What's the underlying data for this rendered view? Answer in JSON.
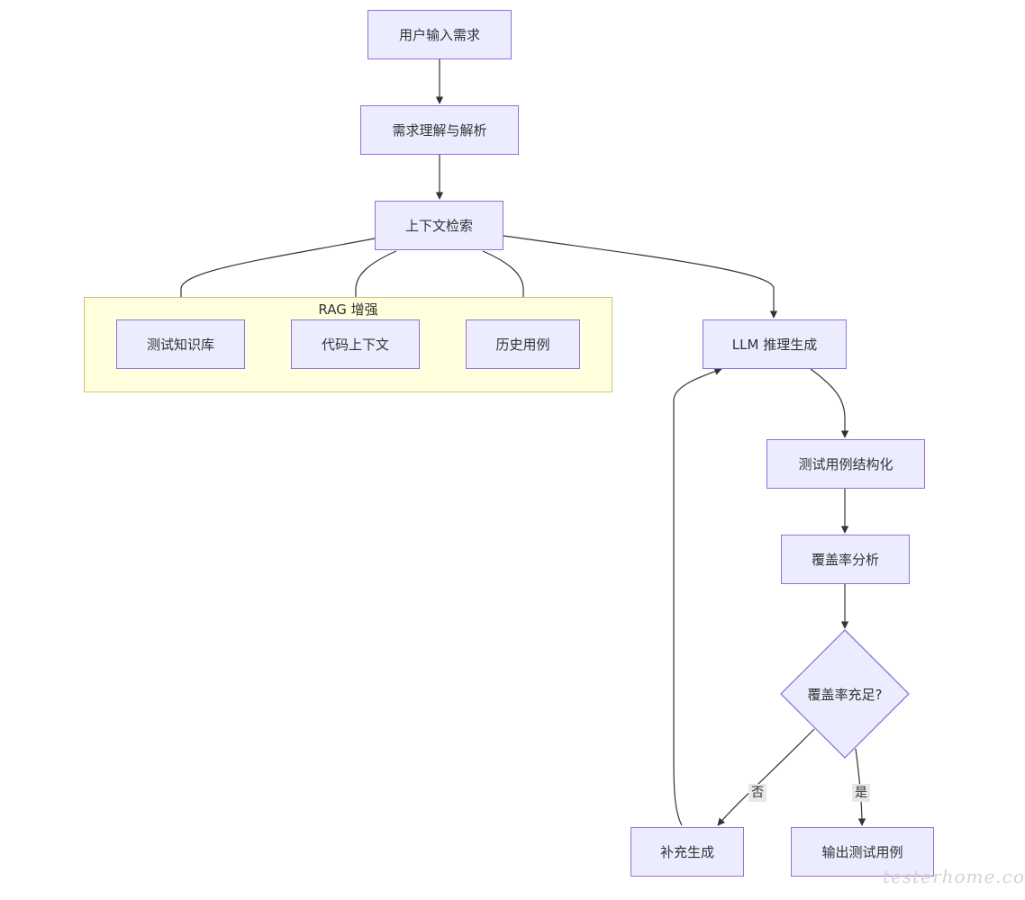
{
  "diagram": {
    "subgraph_rag": {
      "title": "RAG 增强"
    },
    "nodes": {
      "user_input": "用户输入需求",
      "req_parse": "需求理解与解析",
      "context_search": "上下文检索",
      "test_kb": "测试知识库",
      "code_context": "代码上下文",
      "history_cases": "历史用例",
      "llm_gen": "LLM 推理生成",
      "struct": "测试用例结构化",
      "coverage": "覆盖率分析",
      "decision": "覆盖率充足?",
      "supplement": "补充生成",
      "output": "输出测试用例"
    },
    "edge_labels": {
      "no": "否",
      "yes": "是"
    }
  },
  "watermark": "testerhome.com",
  "colors": {
    "node_fill": "#ECECFF",
    "node_border": "#9370DB",
    "subgraph_fill": "#FFFFDE",
    "subgraph_border": "#C8C87A",
    "edge": "#333333",
    "edge_label_bg": "#e8e8e8"
  }
}
